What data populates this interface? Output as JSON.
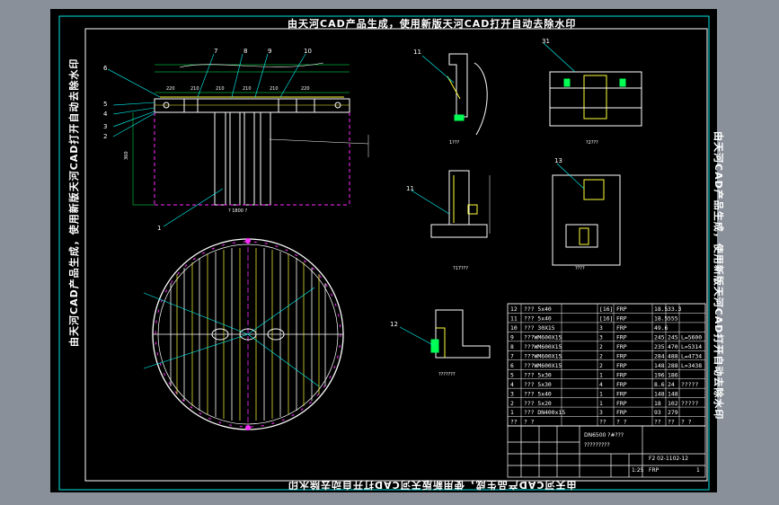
{
  "watermark": "由天河CAD产品生成，使用新版天河CAD打开自动去除水印",
  "colors": {
    "background": "#8a9099",
    "canvas": "#000000",
    "frame": "#00e5e5",
    "lines": "#ffffff",
    "yellow": "#ffff3a",
    "magenta": "#ff2bff",
    "cyan": "#00ffff",
    "green": "#00ff55"
  },
  "callouts": [
    "1",
    "2",
    "3",
    "4",
    "5",
    "6",
    "7",
    "8",
    "9",
    "10",
    "11",
    "12",
    "13",
    "31"
  ],
  "detail_labels": {
    "top_left": "1???",
    "top_right": "?2???",
    "mid_left": "?17???",
    "mid_right": "????",
    "bottom_small": "???????"
  },
  "dimensions": {
    "elevation_width": "? 1800 ?",
    "height": "360",
    "top_chain": [
      "220",
      "210",
      "210",
      "210",
      "210",
      "220"
    ]
  },
  "bom": {
    "rows": [
      {
        "no": "12",
        "name": "??? 5x40",
        "qty": "[16]",
        "material": "FRP",
        "unit": "18.5",
        "total": "33.3",
        "note": ""
      },
      {
        "no": "11",
        "name": "??? 5x40",
        "qty": "[16]",
        "material": "FRP",
        "unit": "18.5",
        "total": "555",
        "note": ""
      },
      {
        "no": "10",
        "name": "??? 30X15",
        "qty": "3",
        "material": "FRP",
        "unit": "49.6",
        "total": "",
        "note": ""
      },
      {
        "no": "9",
        "name": "???WM600X15",
        "qty": "3",
        "material": "FRP",
        "unit": "245",
        "total": "245",
        "note": "L=5600"
      },
      {
        "no": "8",
        "name": "???WM600X15",
        "qty": "2",
        "material": "FRP",
        "unit": "235",
        "total": "470",
        "note": "L=5314"
      },
      {
        "no": "7",
        "name": "???WM600X15",
        "qty": "2",
        "material": "FRP",
        "unit": "284",
        "total": "488",
        "note": "L=4734"
      },
      {
        "no": "6",
        "name": "???WM600X15",
        "qty": "2",
        "material": "FRP",
        "unit": "148",
        "total": "288",
        "note": "L=3438"
      },
      {
        "no": "5",
        "name": "??? 5x30",
        "qty": "1",
        "material": "FRP",
        "unit": "196",
        "total": "186",
        "note": ""
      },
      {
        "no": "4",
        "name": "??? 5x30",
        "qty": "4",
        "material": "FRP",
        "unit": "8.6",
        "total": "24",
        "note": "?????"
      },
      {
        "no": "3",
        "name": "??? 5x40",
        "qty": "1",
        "material": "FRP",
        "unit": "148",
        "total": "148",
        "note": ""
      },
      {
        "no": "2",
        "name": "??? 5x20",
        "qty": "1",
        "material": "FRP",
        "unit": "18",
        "total": "102",
        "note": "?????"
      },
      {
        "no": "1",
        "name": "??? DN400x15",
        "qty": "3",
        "material": "FRP",
        "unit": "93",
        "total": "279",
        "note": ""
      }
    ],
    "header": {
      "no": "??",
      "name": "? ?",
      "qty": "??",
      "material": "? ?",
      "unit": "??",
      "total": "??",
      "note": "? ?"
    }
  },
  "title_block": {
    "drawing_title": "DN6500 ?#???",
    "subtitle": "?????????",
    "drawing_number": "F2 02-1102-12",
    "material": "FRP",
    "sheet": "1",
    "scale": "1:25"
  }
}
